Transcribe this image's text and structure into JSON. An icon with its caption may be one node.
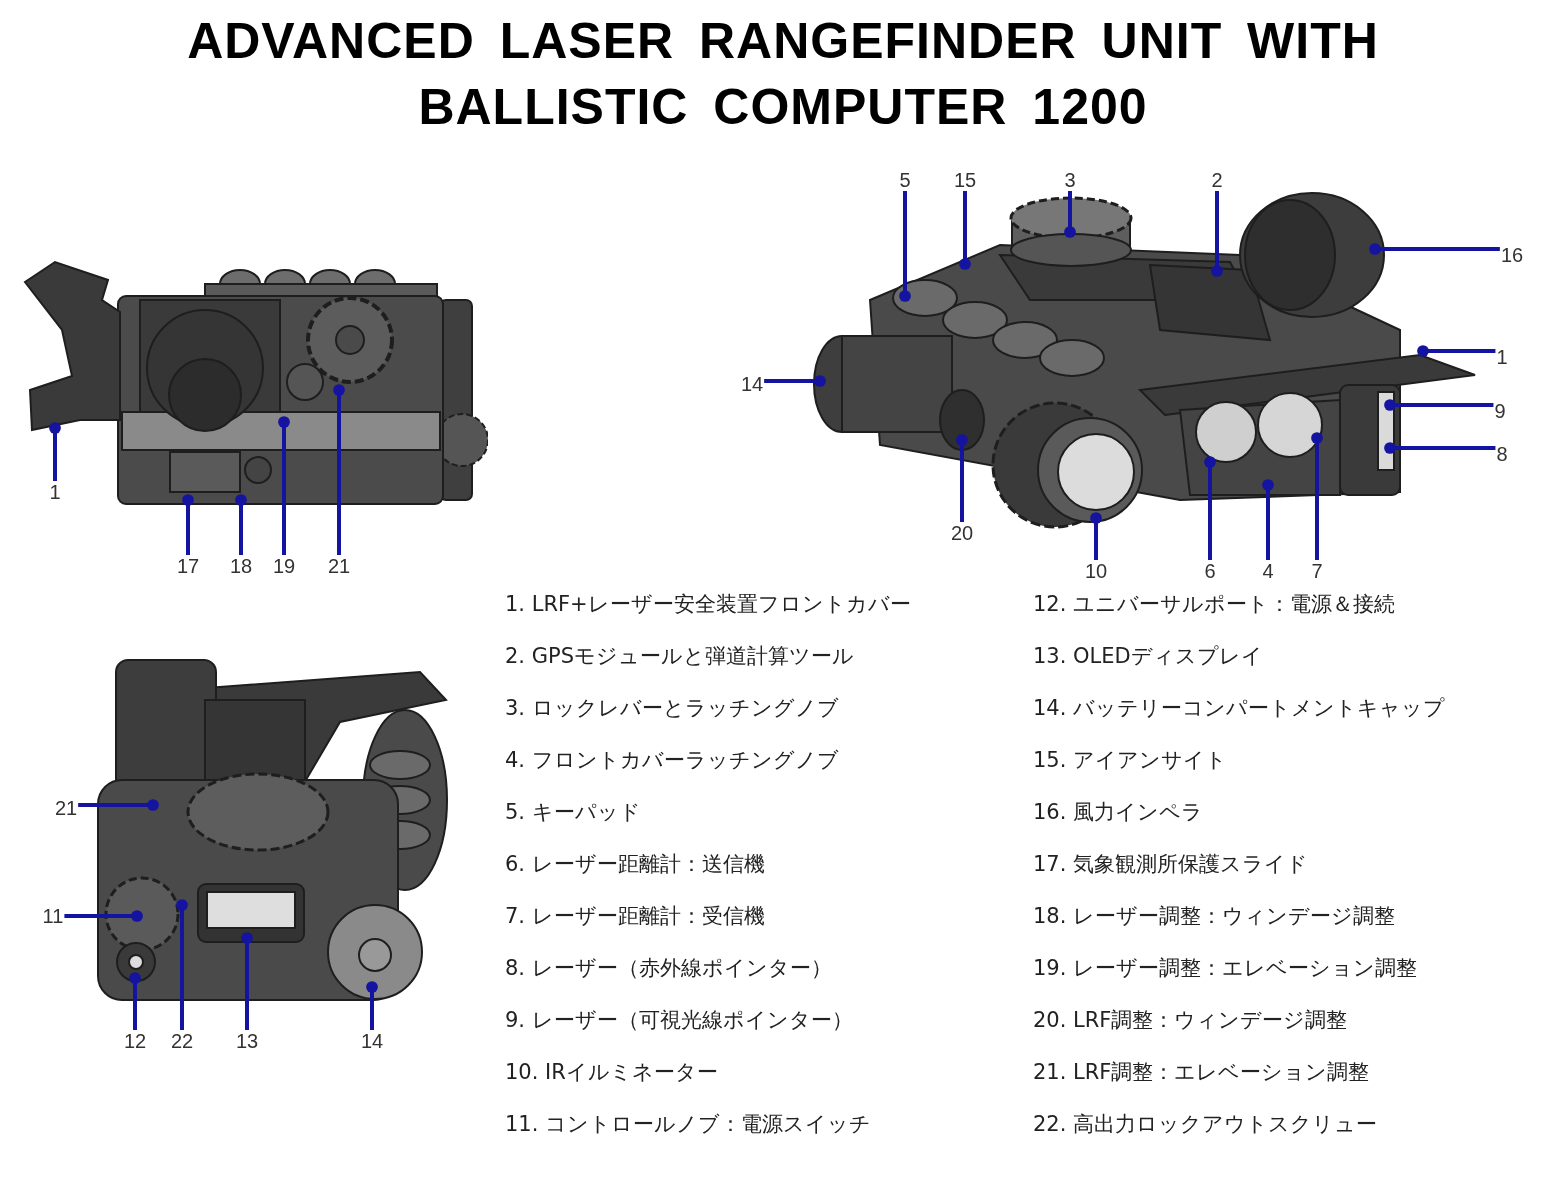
{
  "diagram": {
    "title": "ADVANCED LASER RANGEFINDER UNIT WITH BALLISTIC COMPUTER 1200",
    "nodes": [
      {
        "text": [],
        "shape": "picture"
      },
      {
        "text": [],
        "shape": "picture"
      },
      {
        "text": [],
        "shape": "picture"
      },
      {
        "text": [
          "1"
        ]
      },
      {
        "text": [
          "17"
        ]
      },
      {
        "text": [
          "18"
        ]
      },
      {
        "text": [
          "19"
        ]
      },
      {
        "text": [
          "21"
        ]
      },
      {
        "text": [
          "5"
        ]
      },
      {
        "text": [
          "15"
        ]
      },
      {
        "text": [
          "3"
        ]
      },
      {
        "text": [
          "2"
        ]
      },
      {
        "text": [
          "16"
        ]
      },
      {
        "text": [
          "1"
        ]
      },
      {
        "text": [
          "9"
        ]
      },
      {
        "text": [
          "8"
        ]
      },
      {
        "text": [
          "14"
        ]
      },
      {
        "text": [
          "20"
        ]
      },
      {
        "text": [
          "10"
        ]
      },
      {
        "text": [
          "6"
        ]
      },
      {
        "text": [
          "4"
        ]
      },
      {
        "text": [
          "7"
        ]
      },
      {
        "text": [
          "21"
        ]
      },
      {
        "text": [
          "11"
        ]
      },
      {
        "text": [
          "12"
        ]
      },
      {
        "text": [
          "22"
        ]
      },
      {
        "text": [
          "13"
        ]
      },
      {
        "text": [
          "14"
        ]
      }
    ],
    "edges": [
      {
        "from": 3,
        "to": 0,
        "arrow": "other"
      },
      {
        "from": 4,
        "to": 0,
        "arrow": "other"
      },
      {
        "from": 5,
        "to": 0,
        "arrow": "other"
      },
      {
        "from": 6,
        "to": 0,
        "arrow": "other"
      },
      {
        "from": 7,
        "to": 0,
        "arrow": "other"
      },
      {
        "from": 8,
        "to": 1,
        "arrow": "other"
      },
      {
        "from": 9,
        "to": 1,
        "arrow": "other"
      },
      {
        "from": 10,
        "to": 1,
        "arrow": "other"
      },
      {
        "from": 11,
        "to": 1,
        "arrow": "other"
      },
      {
        "from": 12,
        "to": 1,
        "arrow": "other"
      },
      {
        "from": 13,
        "to": 1,
        "arrow": "other"
      },
      {
        "from": 14,
        "to": 1,
        "arrow": "other"
      },
      {
        "from": 15,
        "to": 1,
        "arrow": "other"
      },
      {
        "from": 16,
        "to": 1,
        "arrow": "other"
      },
      {
        "from": 17,
        "to": 1,
        "arrow": "other"
      },
      {
        "from": 18,
        "to": 1,
        "arrow": "other"
      },
      {
        "from": 19,
        "to": 1,
        "arrow": "other"
      },
      {
        "from": 20,
        "to": 1,
        "arrow": "other"
      },
      {
        "from": 21,
        "to": 1,
        "arrow": "other"
      },
      {
        "from": 22,
        "to": 2,
        "arrow": "other"
      },
      {
        "from": 23,
        "to": 2,
        "arrow": "other"
      },
      {
        "from": 24,
        "to": 2,
        "arrow": "other"
      },
      {
        "from": 25,
        "to": 2,
        "arrow": "other"
      },
      {
        "from": 26,
        "to": 2,
        "arrow": "other"
      },
      {
        "from": 27,
        "to": 2,
        "arrow": "other"
      }
    ],
    "labels": [
      "1. LRF+レーザー安全装置フロントカバー",
      "12. ユニバーサルポート：電源＆接続",
      "2. GPSモジュールと弾道計算ツール",
      "13. OLEDディスプレイ",
      "3. ロックレバーとラッチングノブ",
      "14. バッテリーコンパートメントキャップ",
      "4. フロントカバーラッチングノブ",
      "15. アイアンサイト",
      "5. キーパッド",
      "16. 風力インペラ",
      "6. レーザー距離計：送信機",
      "17. 気象観測所保護スライド",
      "7. レーザー距離計：受信機",
      "18. レーザー調整：ウィンデージ調整",
      "8. レーザー（赤外線ポインター）",
      "19. レーザー調整：エレベーション調整",
      "9. レーザー（可視光線ポインター）",
      "20. LRF調整：ウィンデージ調整",
      "10. IRイルミネーター",
      "21. LRF調整：エレベーション調整",
      "11. コントロールノブ：電源スイッチ",
      "22. 高出力ロックアウトスクリュー"
    ]
  }
}
